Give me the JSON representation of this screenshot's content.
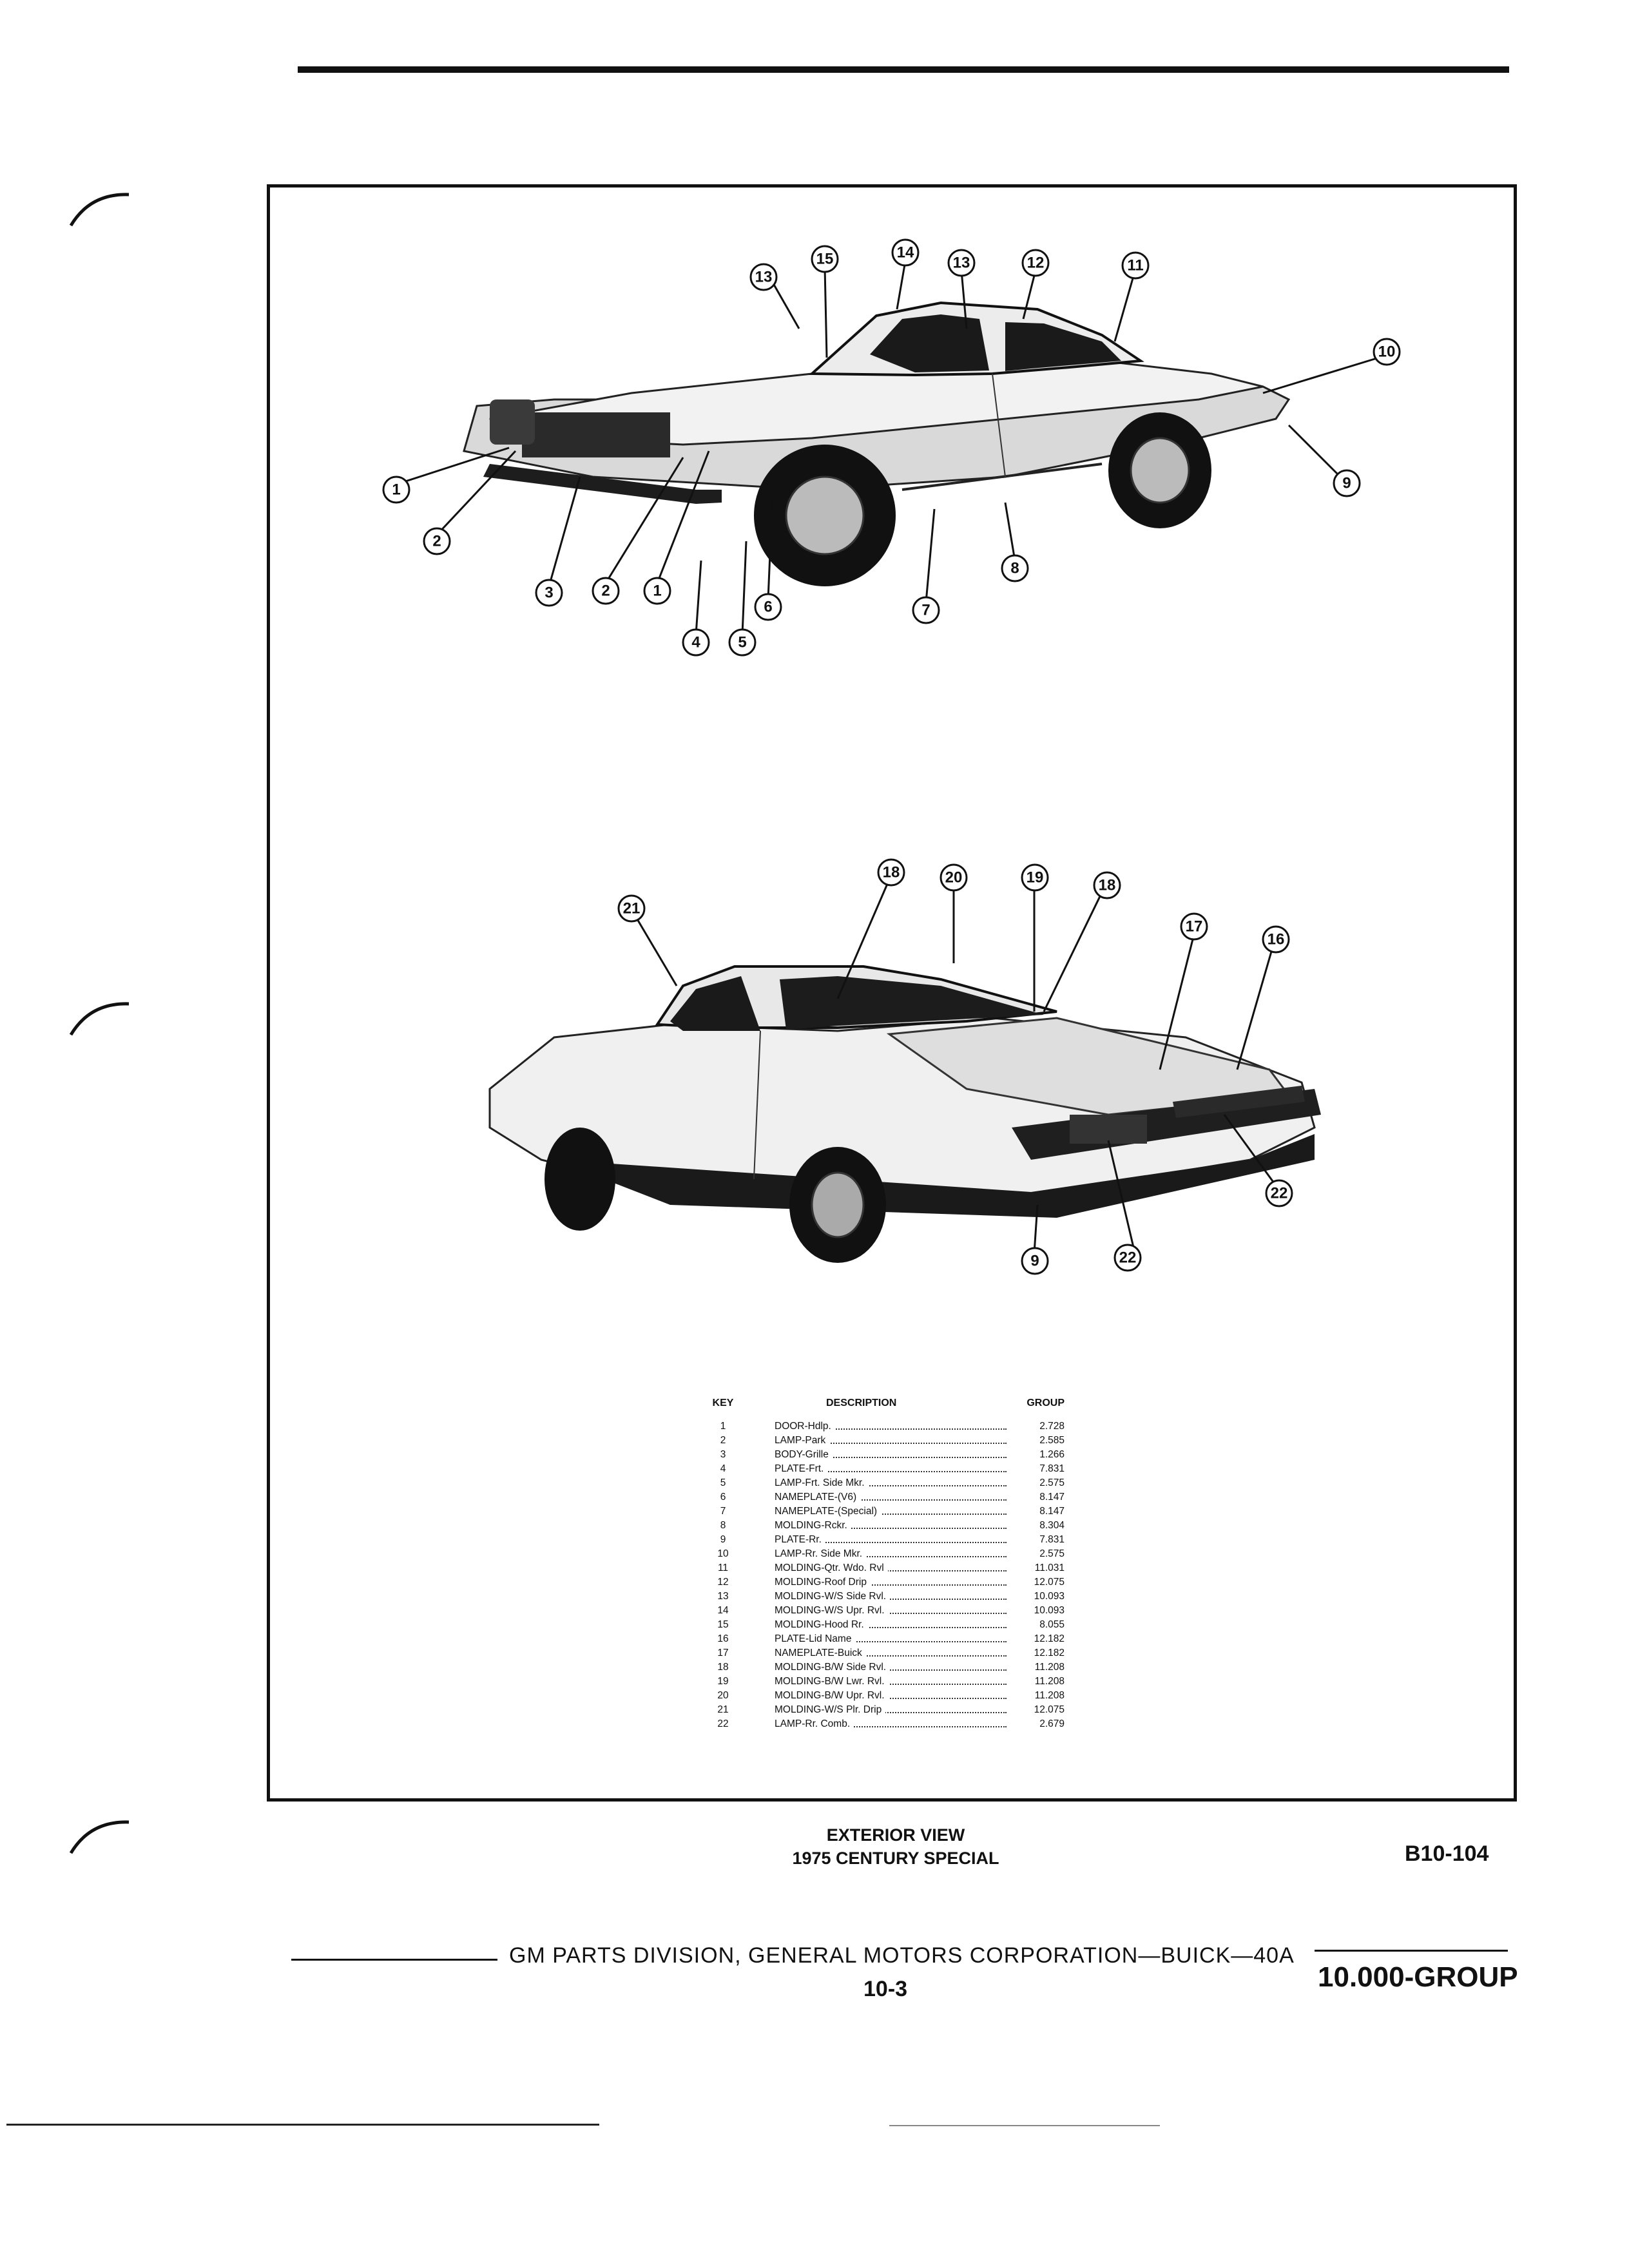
{
  "document": {
    "caption_line1": "EXTERIOR VIEW",
    "caption_line2": "1975 CENTURY SPECIAL",
    "figure_number": "B10-104",
    "footer": "GM PARTS DIVISION, GENERAL MOTORS CORPORATION—BUICK—40A",
    "page_number": "10-3",
    "group_label": "10.000-GROUP"
  },
  "figures": {
    "front_callouts": [
      "1",
      "2",
      "3",
      "2",
      "1",
      "4",
      "5",
      "6",
      "7",
      "8",
      "9",
      "10",
      "11",
      "12",
      "13",
      "14",
      "15",
      "13"
    ],
    "rear_callouts": [
      "21",
      "18",
      "20",
      "19",
      "18",
      "17",
      "16",
      "22",
      "22",
      "9"
    ]
  },
  "parts_table": {
    "headers": {
      "key": "KEY",
      "description": "DESCRIPTION",
      "group": "GROUP"
    },
    "rows": [
      {
        "key": "1",
        "description": "DOOR-Hdlp.",
        "group": "2.728"
      },
      {
        "key": "2",
        "description": "LAMP-Park",
        "group": "2.585"
      },
      {
        "key": "3",
        "description": "BODY-Grille",
        "group": "1.266"
      },
      {
        "key": "4",
        "description": "PLATE-Frt.",
        "group": "7.831"
      },
      {
        "key": "5",
        "description": "LAMP-Frt. Side Mkr.",
        "group": "2.575"
      },
      {
        "key": "6",
        "description": "NAMEPLATE-(V6)",
        "group": "8.147"
      },
      {
        "key": "7",
        "description": "NAMEPLATE-(Special)",
        "group": "8.147"
      },
      {
        "key": "8",
        "description": "MOLDING-Rckr.",
        "group": "8.304"
      },
      {
        "key": "9",
        "description": "PLATE-Rr.",
        "group": "7.831"
      },
      {
        "key": "10",
        "description": "LAMP-Rr. Side Mkr.",
        "group": "2.575"
      },
      {
        "key": "11",
        "description": "MOLDING-Qtr. Wdo. Rvl",
        "group": "11.031"
      },
      {
        "key": "12",
        "description": "MOLDING-Roof Drip",
        "group": "12.075"
      },
      {
        "key": "13",
        "description": "MOLDING-W/S Side Rvl.",
        "group": "10.093"
      },
      {
        "key": "14",
        "description": "MOLDING-W/S Upr. Rvl.",
        "group": "10.093"
      },
      {
        "key": "15",
        "description": "MOLDING-Hood Rr.",
        "group": "8.055"
      },
      {
        "key": "16",
        "description": "PLATE-Lid Name",
        "group": "12.182"
      },
      {
        "key": "17",
        "description": "NAMEPLATE-Buick",
        "group": "12.182"
      },
      {
        "key": "18",
        "description": "MOLDING-B/W Side Rvl.",
        "group": "11.208"
      },
      {
        "key": "19",
        "description": "MOLDING-B/W Lwr. Rvl.",
        "group": "11.208"
      },
      {
        "key": "20",
        "description": "MOLDING-B/W Upr. Rvl.",
        "group": "11.208"
      },
      {
        "key": "21",
        "description": "MOLDING-W/S Plr. Drip",
        "group": "12.075"
      },
      {
        "key": "22",
        "description": "LAMP-Rr. Comb.",
        "group": "2.679"
      }
    ]
  }
}
